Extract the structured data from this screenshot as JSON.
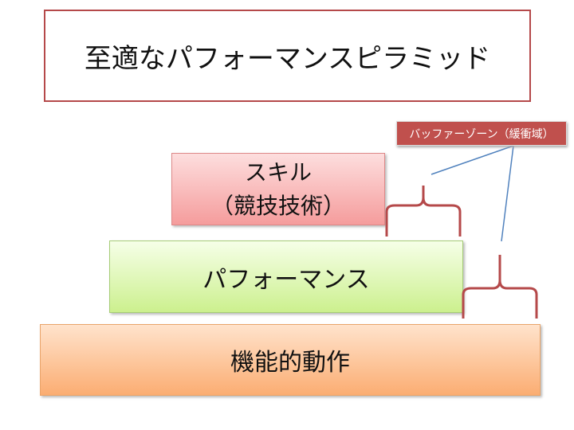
{
  "title": "至適なパフォーマンスピラミッド",
  "levels": {
    "skill": {
      "line1": "スキル",
      "line2": "（競技技術）"
    },
    "performance": "パフォーマンス",
    "functional": "機能的動作"
  },
  "buffer_label": "バッファーゾーン（緩衝域）",
  "colors": {
    "brace": "#b5494a",
    "connector": "#4f81bd",
    "label_bg": "#c0504d"
  }
}
